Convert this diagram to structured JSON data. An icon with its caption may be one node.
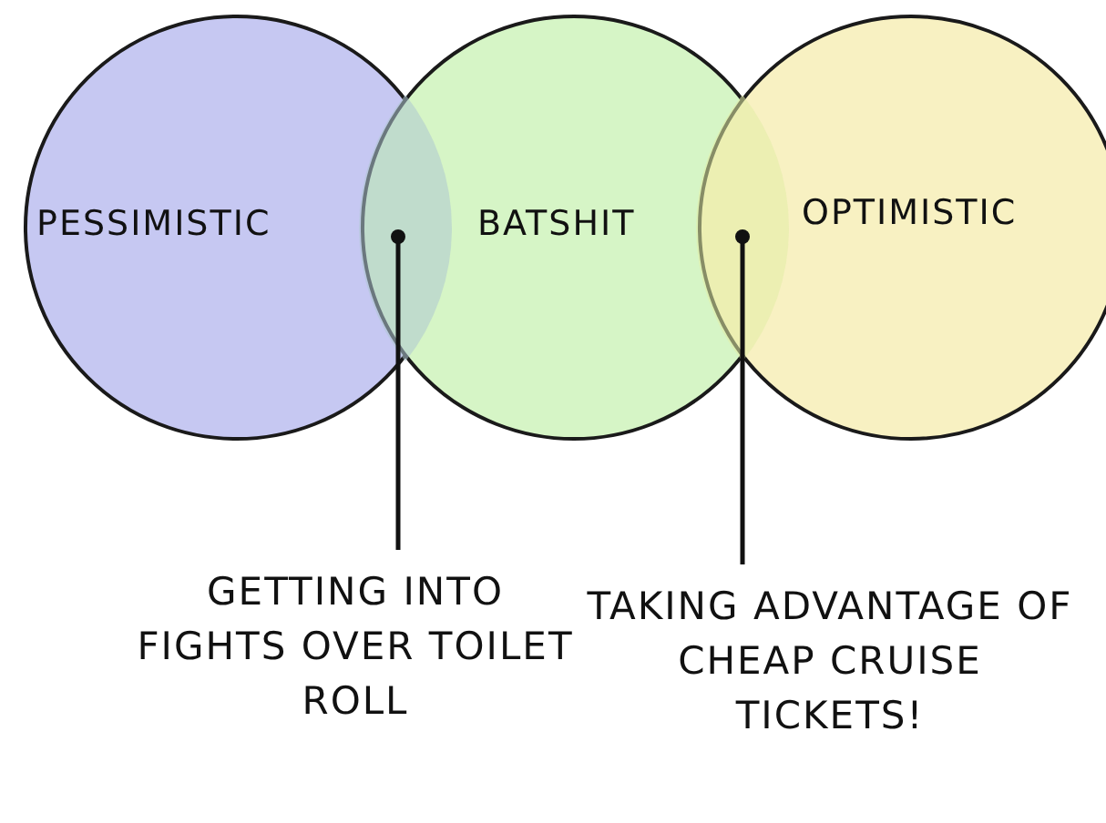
{
  "diagram": {
    "nodes": [
      {
        "text": [
          "PESSIMISTIC"
        ]
      },
      {
        "text": [
          "BATSHIT"
        ]
      },
      {
        "text": [
          "OPTIMISTIC"
        ]
      },
      {
        "text": [],
        "shape": "lens"
      },
      {
        "text": [],
        "shape": "lens"
      },
      {
        "text": [
          "GETTING INTO FIGHTS OVER TOILET ROLL"
        ]
      },
      {
        "text": [
          "TAKING ADVANTAGE OF CHEAP CRUISE TICKETS!"
        ]
      }
    ],
    "edges": [
      {
        "from": 5,
        "to": 3,
        "arrow": "other"
      },
      {
        "from": 6,
        "to": 4,
        "arrow": "other"
      }
    ]
  }
}
